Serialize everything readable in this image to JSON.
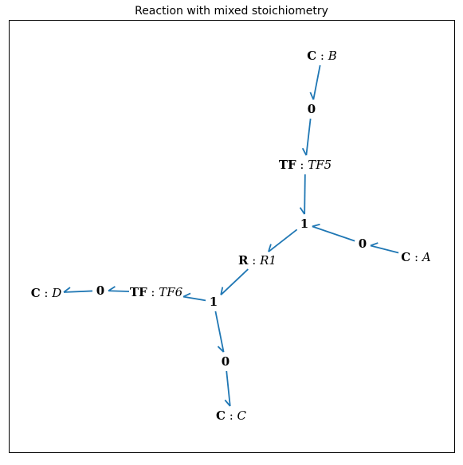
{
  "title": "Reaction with mixed stoichiometry",
  "style": {
    "edge_color": "#1f77b4",
    "frame_color": "#000000",
    "background": "#ffffff"
  },
  "nodes": [
    {
      "id": "CB",
      "kind": "C",
      "name": "B"
    },
    {
      "id": "J0a",
      "kind": "0",
      "name": ""
    },
    {
      "id": "TF5",
      "kind": "TF",
      "name": "TF5"
    },
    {
      "id": "J1a",
      "kind": "1",
      "name": ""
    },
    {
      "id": "J0b",
      "kind": "0",
      "name": ""
    },
    {
      "id": "CA",
      "kind": "C",
      "name": "A"
    },
    {
      "id": "R1",
      "kind": "R",
      "name": "R1"
    },
    {
      "id": "J1b",
      "kind": "1",
      "name": ""
    },
    {
      "id": "TF6",
      "kind": "TF",
      "name": "TF6"
    },
    {
      "id": "J0c",
      "kind": "0",
      "name": ""
    },
    {
      "id": "CD",
      "kind": "C",
      "name": "D"
    },
    {
      "id": "J0d",
      "kind": "0",
      "name": ""
    },
    {
      "id": "CC",
      "kind": "C",
      "name": "C"
    }
  ],
  "edges": [
    {
      "from": "CB",
      "to": "J0a"
    },
    {
      "from": "J0a",
      "to": "TF5"
    },
    {
      "from": "TF5",
      "to": "J1a"
    },
    {
      "from": "CA",
      "to": "J0b"
    },
    {
      "from": "J0b",
      "to": "J1a"
    },
    {
      "from": "J1a",
      "to": "R1"
    },
    {
      "from": "R1",
      "to": "J1b"
    },
    {
      "from": "J1b",
      "to": "TF6"
    },
    {
      "from": "TF6",
      "to": "J0c"
    },
    {
      "from": "J0c",
      "to": "CD"
    },
    {
      "from": "J1b",
      "to": "J0d"
    },
    {
      "from": "J0d",
      "to": "CC"
    }
  ]
}
